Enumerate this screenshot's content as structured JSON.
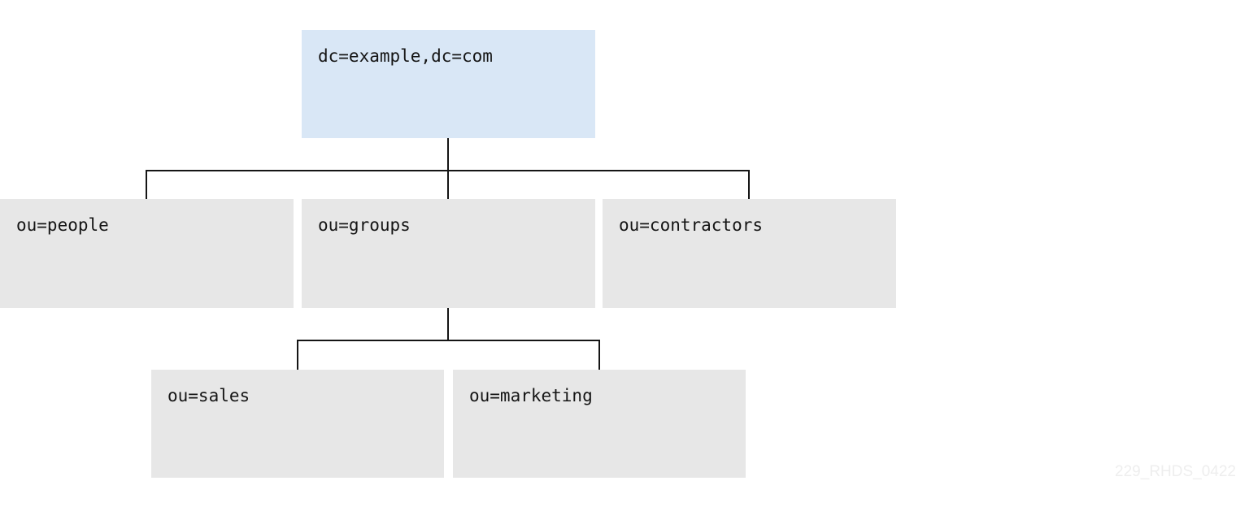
{
  "tree": {
    "root": {
      "label": "dc=example,dc=com"
    },
    "level1": [
      {
        "label": "ou=people"
      },
      {
        "label": "ou=groups"
      },
      {
        "label": "ou=contractors"
      }
    ],
    "level2": [
      {
        "label": "ou=sales"
      },
      {
        "label": "ou=marketing"
      }
    ]
  },
  "watermark": "229_RHDS_0422",
  "colors": {
    "root_fill": "#d9e7f6",
    "node_fill": "#e7e7e7",
    "line": "#151515",
    "watermark": "#eeeeee"
  }
}
